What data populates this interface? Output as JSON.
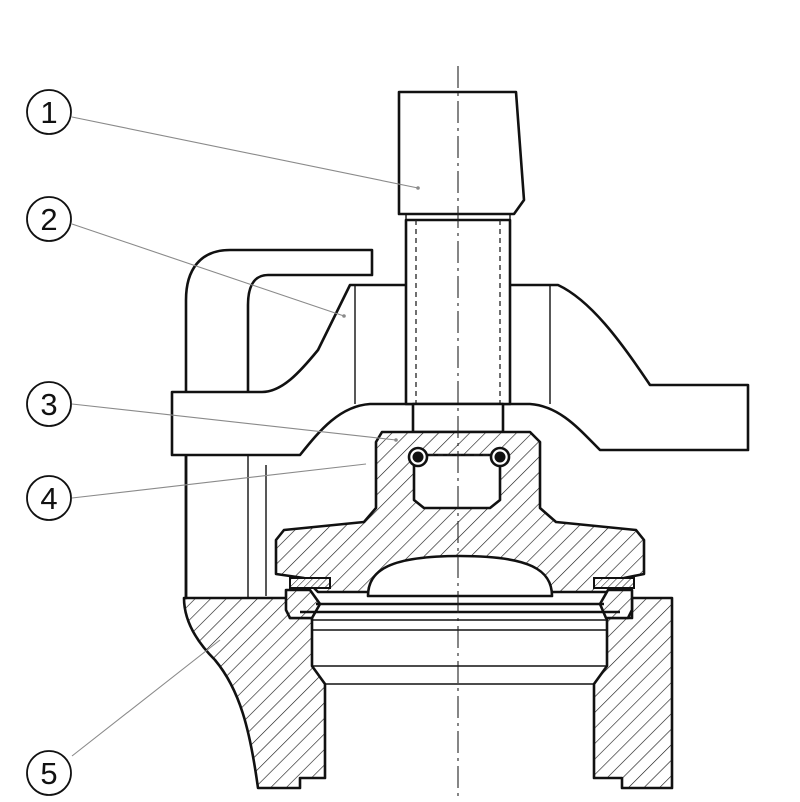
{
  "callouts": [
    {
      "id": "1",
      "label": "1"
    },
    {
      "id": "2",
      "label": "2"
    },
    {
      "id": "3",
      "label": "3"
    },
    {
      "id": "4",
      "label": "4"
    },
    {
      "id": "5",
      "label": "5"
    }
  ],
  "colors": {
    "line": "#111111",
    "leader": "#8a8a8a",
    "background": "#ffffff"
  }
}
